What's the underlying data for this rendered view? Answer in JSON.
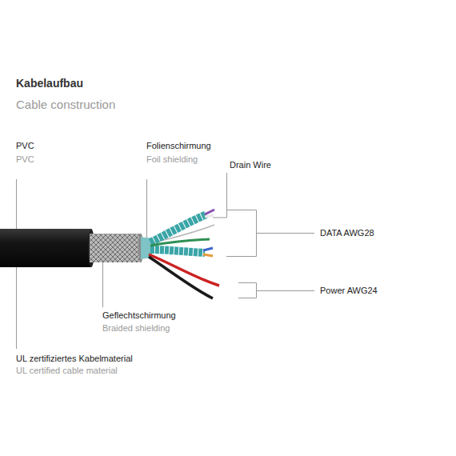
{
  "diagram": {
    "title": "Kabelaufbau",
    "labels": [
      "Cable construction",
      "PVC",
      "PVC",
      "Folienschirmung",
      "Foil shielding",
      "Drain Wire",
      "DATA AWG28",
      "Power AWG24",
      "Geflechtschirmung",
      "Braided shielding",
      "UL zertifiziertes Kabelmaterial",
      "UL certified cable material"
    ]
  }
}
